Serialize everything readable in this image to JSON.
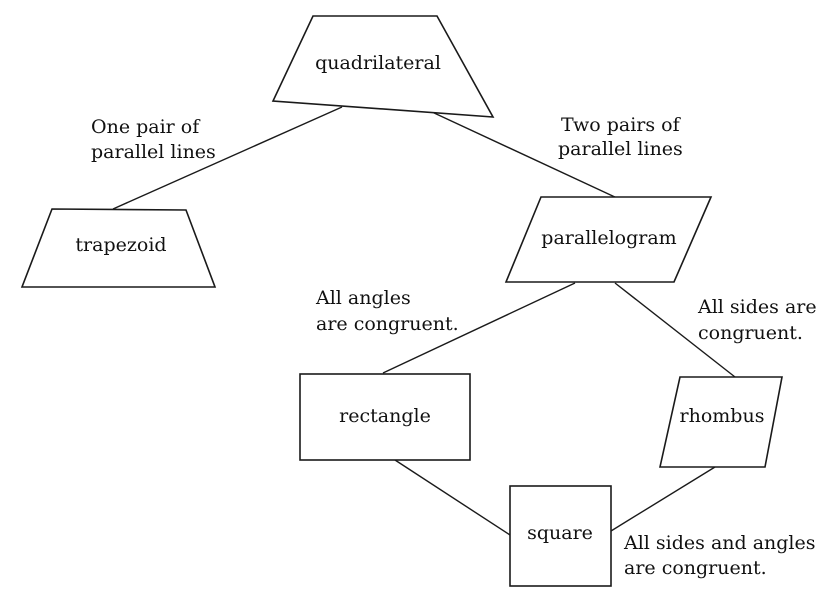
{
  "nodes": {
    "quadrilateral": "quadrilateral",
    "trapezoid": "trapezoid",
    "parallelogram": "parallelogram",
    "rectangle": "rectangle",
    "rhombus": "rhombus",
    "square": "square"
  },
  "edge_labels": {
    "one_pair": [
      "One pair of",
      "parallel lines"
    ],
    "two_pairs": [
      "Two pairs of",
      "parallel lines"
    ],
    "all_angles": [
      "All angles",
      "are congruent."
    ],
    "all_sides": [
      "All sides are",
      "congruent."
    ],
    "sides_and_angles": [
      "All sides and angles",
      "are congruent."
    ]
  }
}
